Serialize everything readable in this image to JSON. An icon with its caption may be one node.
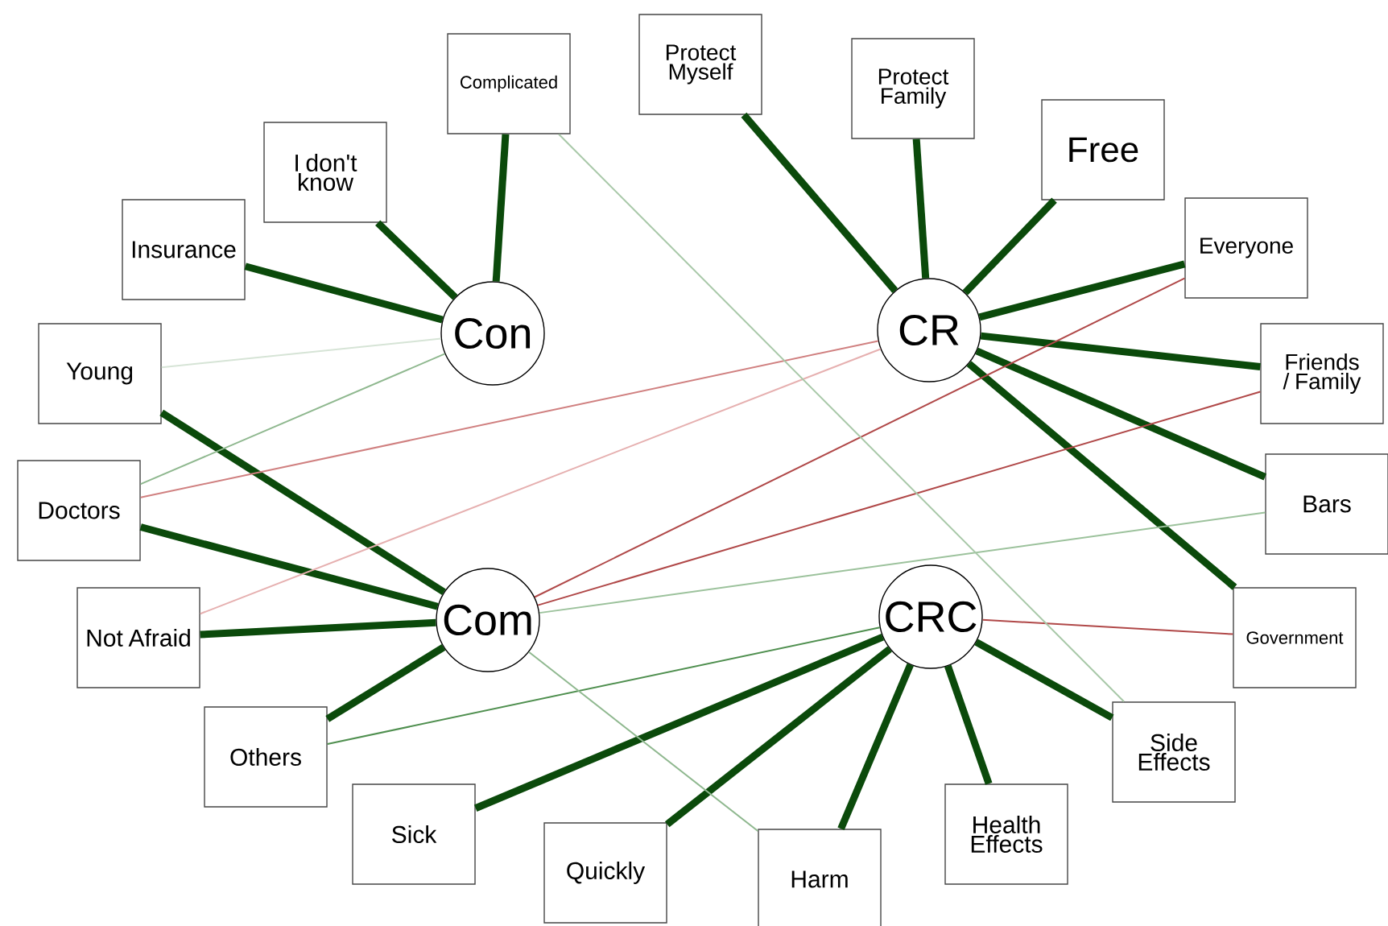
{
  "diagram": {
    "nodes": [
      {
        "text": [
          "Con"
        ]
      },
      {
        "text": [
          "CR"
        ]
      },
      {
        "text": [
          "Com"
        ]
      },
      {
        "text": [
          "CRC"
        ]
      },
      {
        "text": [
          "Complicated"
        ]
      },
      {
        "text": [
          "Protect Myself"
        ]
      },
      {
        "text": [
          "Protect Family"
        ]
      },
      {
        "text": [
          "Free"
        ]
      },
      {
        "text": [
          "Everyone"
        ]
      },
      {
        "text": [
          "Friends / Family"
        ]
      },
      {
        "text": [
          "Bars"
        ]
      },
      {
        "text": [
          "Government"
        ]
      },
      {
        "text": [
          "Side Effects"
        ]
      },
      {
        "text": [
          "Health Effects"
        ]
      },
      {
        "text": [
          "Harm"
        ]
      },
      {
        "text": [
          "Quickly"
        ]
      },
      {
        "text": [
          "Sick"
        ]
      },
      {
        "text": [
          "Others"
        ]
      },
      {
        "text": [
          "Not Afraid"
        ]
      },
      {
        "text": [
          "Doctors"
        ]
      },
      {
        "text": [
          "Young"
        ]
      },
      {
        "text": [
          "Insurance"
        ]
      },
      {
        "text": [
          "I don't know"
        ]
      }
    ],
    "edges": [
      {
        "from": 0,
        "to": 4,
        "arrow": "none"
      },
      {
        "from": 0,
        "to": 22,
        "arrow": "none"
      },
      {
        "from": 0,
        "to": 21,
        "arrow": "none"
      },
      {
        "from": 1,
        "to": 5,
        "arrow": "none"
      },
      {
        "from": 1,
        "to": 6,
        "arrow": "none"
      },
      {
        "from": 1,
        "to": 7,
        "arrow": "none"
      },
      {
        "from": 1,
        "to": 8,
        "arrow": "none"
      },
      {
        "from": 1,
        "to": 9,
        "arrow": "none"
      },
      {
        "from": 1,
        "to": 10,
        "arrow": "none"
      },
      {
        "from": 1,
        "to": 11,
        "arrow": "none"
      },
      {
        "from": 2,
        "to": 20,
        "arrow": "none"
      },
      {
        "from": 2,
        "to": 19,
        "arrow": "none"
      },
      {
        "from": 2,
        "to": 18,
        "arrow": "none"
      },
      {
        "from": 2,
        "to": 17,
        "arrow": "none"
      },
      {
        "from": 3,
        "to": 12,
        "arrow": "none"
      },
      {
        "from": 3,
        "to": 13,
        "arrow": "none"
      },
      {
        "from": 3,
        "to": 14,
        "arrow": "none"
      },
      {
        "from": 3,
        "to": 15,
        "arrow": "none"
      },
      {
        "from": 3,
        "to": 16,
        "arrow": "none"
      },
      {
        "from": 3,
        "to": 11,
        "arrow": "none",
        "color": "#b04848"
      },
      {
        "from": 3,
        "to": 17,
        "arrow": "none",
        "color": "#4f8f4f"
      },
      {
        "from": 2,
        "to": 8,
        "arrow": "none",
        "color": "#b04848"
      },
      {
        "from": 2,
        "to": 9,
        "arrow": "none",
        "color": "#b04848"
      },
      {
        "from": 2,
        "to": 10,
        "arrow": "none",
        "color": "#9cc29c"
      },
      {
        "from": 2,
        "to": 14,
        "arrow": "none",
        "color": "#8fb88f"
      },
      {
        "from": 0,
        "to": 20,
        "arrow": "none",
        "color": "#d6e4d6"
      },
      {
        "from": 0,
        "to": 19,
        "arrow": "none",
        "color": "#8fb88f"
      },
      {
        "from": 1,
        "to": 19,
        "arrow": "none",
        "color": "#d08080"
      },
      {
        "from": 1,
        "to": 18,
        "arrow": "none",
        "color": "#e6b0b0"
      },
      {
        "from": 4,
        "to": 12,
        "arrow": "none",
        "color": "#a8c8a8"
      }
    ]
  }
}
